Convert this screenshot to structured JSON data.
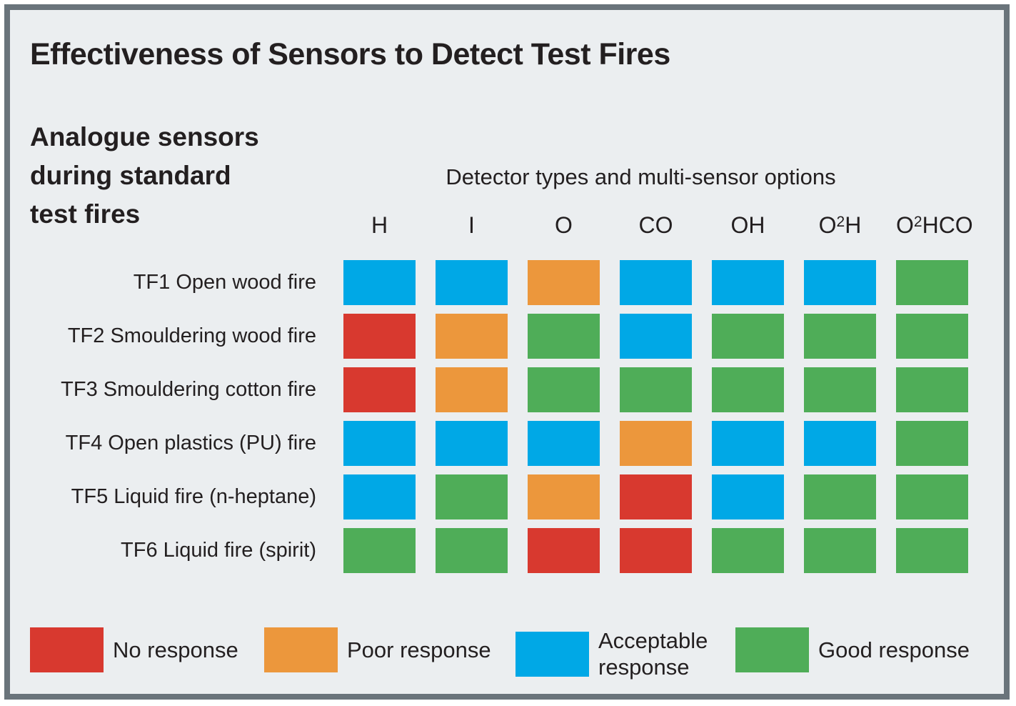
{
  "title": "Effectiveness of Sensors to Detect Test Fires",
  "row_axis_title_lines": [
    "Analogue sensors",
    "during standard",
    "test fires"
  ],
  "chart_data": {
    "type": "heatmap",
    "title": "Effectiveness of Sensors to Detect Test Fires",
    "row_axis_title": "Analogue sensors during standard test fires",
    "columns_title": "Detector types and multi-sensor options",
    "columns": [
      {
        "label": "H"
      },
      {
        "label": "I"
      },
      {
        "label": "O"
      },
      {
        "label": "CO"
      },
      {
        "label": "OH"
      },
      {
        "label": "O",
        "sup": "2",
        "post": "H"
      },
      {
        "label": "O",
        "sup": "2",
        "post": "HCO"
      }
    ],
    "rows": [
      "TF1 Open wood fire",
      "TF2 Smouldering wood fire",
      "TF3 Smouldering cotton fire",
      "TF4 Open plastics (PU) fire",
      "TF5 Liquid fire (n-heptane)",
      "TF6 Liquid fire (spirit)"
    ],
    "matrix": [
      [
        "acceptable",
        "acceptable",
        "poor",
        "acceptable",
        "acceptable",
        "acceptable",
        "good"
      ],
      [
        "no",
        "poor",
        "good",
        "acceptable",
        "good",
        "good",
        "good"
      ],
      [
        "no",
        "poor",
        "good",
        "good",
        "good",
        "good",
        "good"
      ],
      [
        "acceptable",
        "acceptable",
        "acceptable",
        "poor",
        "acceptable",
        "acceptable",
        "good"
      ],
      [
        "acceptable",
        "good",
        "poor",
        "no",
        "acceptable",
        "good",
        "good"
      ],
      [
        "good",
        "good",
        "no",
        "no",
        "good",
        "good",
        "good"
      ]
    ],
    "levels": {
      "no": {
        "label": "No response",
        "color": "#d8392f"
      },
      "poor": {
        "label": "Poor response",
        "color": "#ec973c"
      },
      "acceptable": {
        "label": "Acceptable response",
        "color": "#00a8e6"
      },
      "good": {
        "label": "Good response",
        "color": "#4fad58"
      }
    },
    "legend_order": [
      "no",
      "poor",
      "acceptable",
      "good"
    ],
    "legend_position": "bottom",
    "grid": false
  },
  "colors": {
    "panel_background": "#ebeef0",
    "panel_border": "#6a747b",
    "text": "#231f20",
    "page_background": "#ffffff"
  }
}
